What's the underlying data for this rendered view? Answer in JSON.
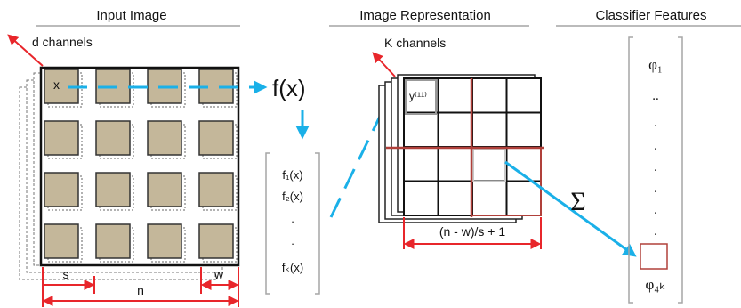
{
  "titles": {
    "input_image": "Input Image",
    "image_representation": "Image Representation",
    "classifier_features": "Classifier Features"
  },
  "input": {
    "channels_label": "d channels",
    "x_label": "x",
    "s_label": "s",
    "n_label": "n",
    "w_label": "w"
  },
  "transform": {
    "fx_label": "f(x)",
    "features": [
      "f₁(x)",
      "f₂(x)",
      ".",
      ".",
      "fₖ(x)"
    ]
  },
  "representation": {
    "channels_label": "K channels",
    "y_label": "y⁽¹¹⁾",
    "size_label": "(n - w)/s + 1"
  },
  "classifier": {
    "sum_symbol": "Σ",
    "phi_first": "φ₁",
    "phi_last": "φ₄ₖ",
    "dots": [
      "..",
      ".",
      ".",
      ".",
      ".",
      ".",
      "."
    ]
  },
  "colors": {
    "arrow_blue": "#1ab0e8",
    "axis_red": "#e8262b",
    "patch_tan": "#c4b79a",
    "grid_red": "#b0403a",
    "bracket_gray": "#a6a6a6"
  }
}
